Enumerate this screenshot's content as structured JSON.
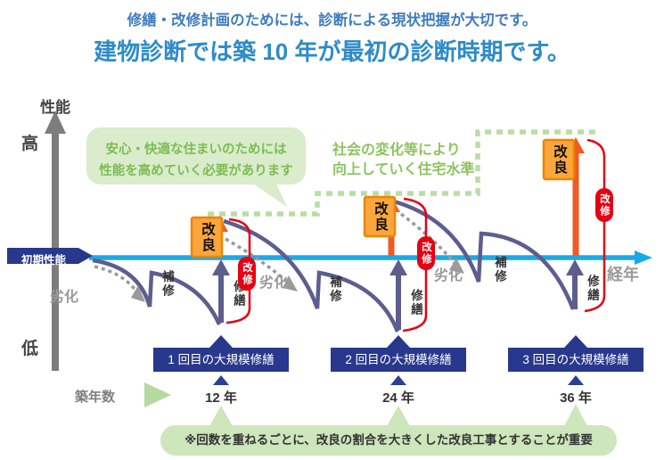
{
  "titles": {
    "subtitle": "修繕・改修計画のためには、診断による現状把握が大切です。",
    "main": "建物診断では築 10 年が最初の診断時期です。"
  },
  "axis": {
    "performance": "性能",
    "high": "高",
    "low": "低",
    "initial_performance": "初期性能",
    "aging": "経年",
    "building_age": "築年数"
  },
  "bubble": {
    "line1": "安心・快適な住まいのためには",
    "line2": "性能を高めていく必要があります"
  },
  "social": {
    "line1": "社会の変化等により",
    "line2": "向上していく住宅水準"
  },
  "cycle_labels": {
    "deterioration": "劣化",
    "partial_repair": "補修",
    "repair": "修繕",
    "improvement": "改良",
    "renovation": "改修"
  },
  "milestones": [
    {
      "banner": "1 回目の大規模修繕",
      "year": "12 年"
    },
    {
      "banner": "2 回目の大規模修繕",
      "year": "24 年"
    },
    {
      "banner": "3 回目の大規模修繕",
      "year": "36 年"
    }
  ],
  "note": "※回数を重ねるごとに、改良の割合を大きくした改良工事とすることが重要",
  "colors": {
    "title_sub": "#3f7cbf",
    "title_main": "#2e8bc8",
    "timeline_cyan": "#19a9e5",
    "navy": "#28388c",
    "curve_purple": "#5d5d8f",
    "improvement_orange": "#f15a24",
    "box_orange": "#faa63c",
    "renovation_red": "#e60013",
    "green_light": "#cde6bb",
    "green_dashed": "#b9dda3",
    "gray_axis": "#7d7d7d"
  }
}
